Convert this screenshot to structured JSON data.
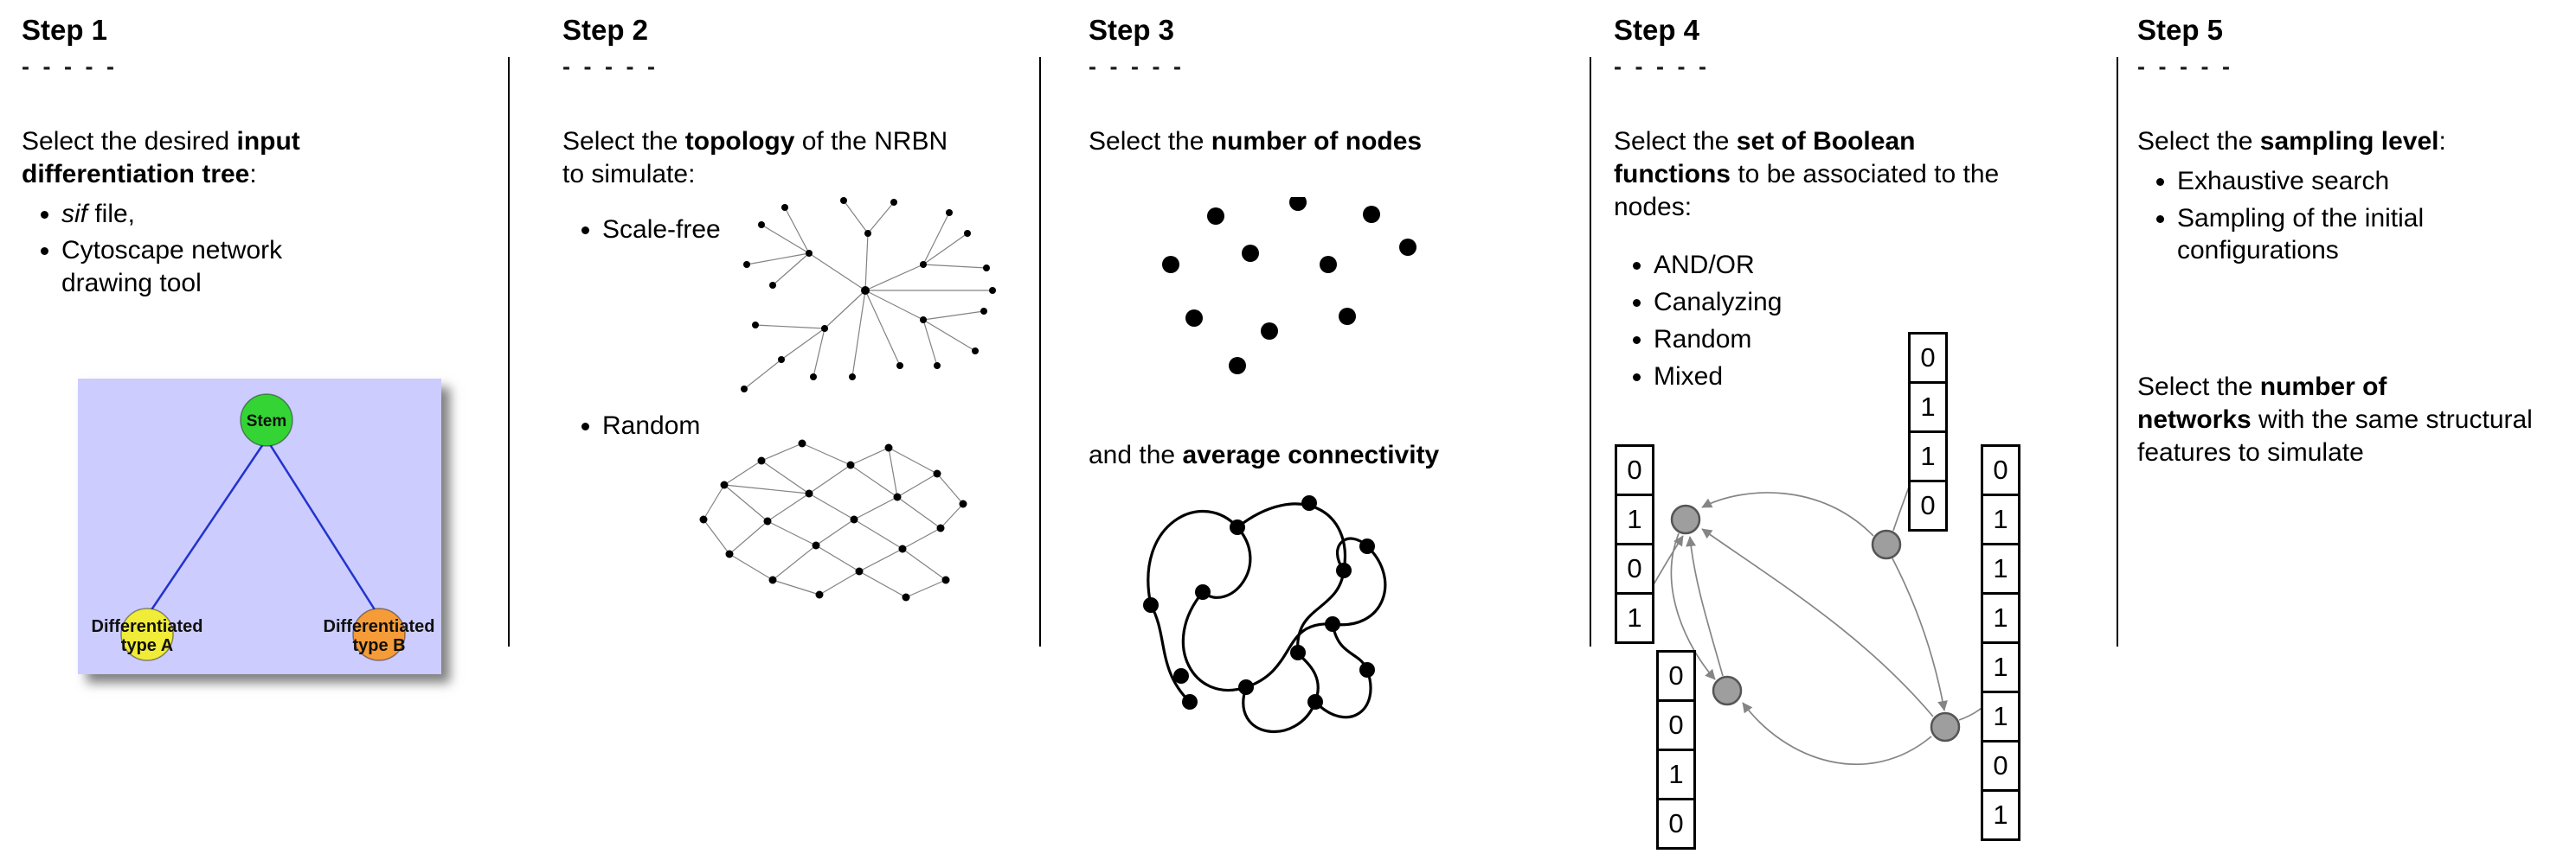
{
  "colors": {
    "text": "#000000",
    "divider": "#000000",
    "tree_background": "#ccccff",
    "stem_node": "#35d435",
    "type_a_node": "#f0ec38",
    "type_b_node": "#f59c38",
    "tree_edge": "#2233cc",
    "network_dot": "#000000",
    "network_edge": "#828282",
    "boolean_node_fill": "#9e9e9e",
    "boolean_node_stroke": "#555555",
    "boolean_arrow": "#858585",
    "table_border": "#000000"
  },
  "steps": [
    {
      "title": "Step 1",
      "dashes": "- - - - -",
      "intro": {
        "pre": "Select the desired ",
        "bold": "input differentiation tree",
        "post": ":"
      },
      "bullet_sif": {
        "italic": "sif",
        "rest": " file,"
      },
      "bullet_cytoscape": "Cytoscape network drawing tool",
      "tree": {
        "stem": "Stem",
        "type_a_line1": "Differentiated",
        "type_a_line2": "type A",
        "type_b_line1": "Differentiated",
        "type_b_line2": "type B"
      },
      "graphic": "differentiation-tree"
    },
    {
      "title": "Step 2",
      "dashes": "- - - - -",
      "intro": {
        "pre": "Select the ",
        "bold": "topology",
        "post": " of the NRBN to simulate:"
      },
      "bullets": [
        "Scale-free",
        "Random"
      ],
      "graphics": [
        "scale-free-network",
        "random-network"
      ]
    },
    {
      "title": "Step 3",
      "dashes": "- - - - -",
      "line1": {
        "pre": "Select the ",
        "bold": "number of nodes",
        "post": ""
      },
      "line2": {
        "pre": "and the ",
        "bold": "average connectivity",
        "post": ""
      },
      "graphics": [
        "scattered-nodes",
        "tangled-network"
      ]
    },
    {
      "title": "Step 4",
      "dashes": "- - - - -",
      "intro": {
        "pre": "Select the ",
        "bold": "set of Boolean functions",
        "post": " to be associated to the nodes:"
      },
      "bullets": [
        "AND/OR",
        "Canalyzing",
        "Random",
        "Mixed"
      ],
      "tables": {
        "left": [
          "0",
          "1",
          "0",
          "1"
        ],
        "top": [
          "0",
          "1",
          "1",
          "0"
        ],
        "right": [
          "0",
          "1",
          "1",
          "1",
          "1",
          "1",
          "0",
          "1"
        ],
        "bottom": [
          "0",
          "0",
          "1",
          "0"
        ]
      },
      "graphic": "boolean-network-with-truth-tables"
    },
    {
      "title": "Step 5",
      "dashes": "- - - - -",
      "line1": {
        "pre": "Select the ",
        "bold": "sampling level",
        "post": ":"
      },
      "bullets": [
        "Exhaustive search",
        "Sampling of the initial configurations"
      ],
      "para2": {
        "pre": "Select the ",
        "bold1": "number of",
        "bold2": "networks",
        "post": " with the same structural features to simulate"
      }
    }
  ]
}
